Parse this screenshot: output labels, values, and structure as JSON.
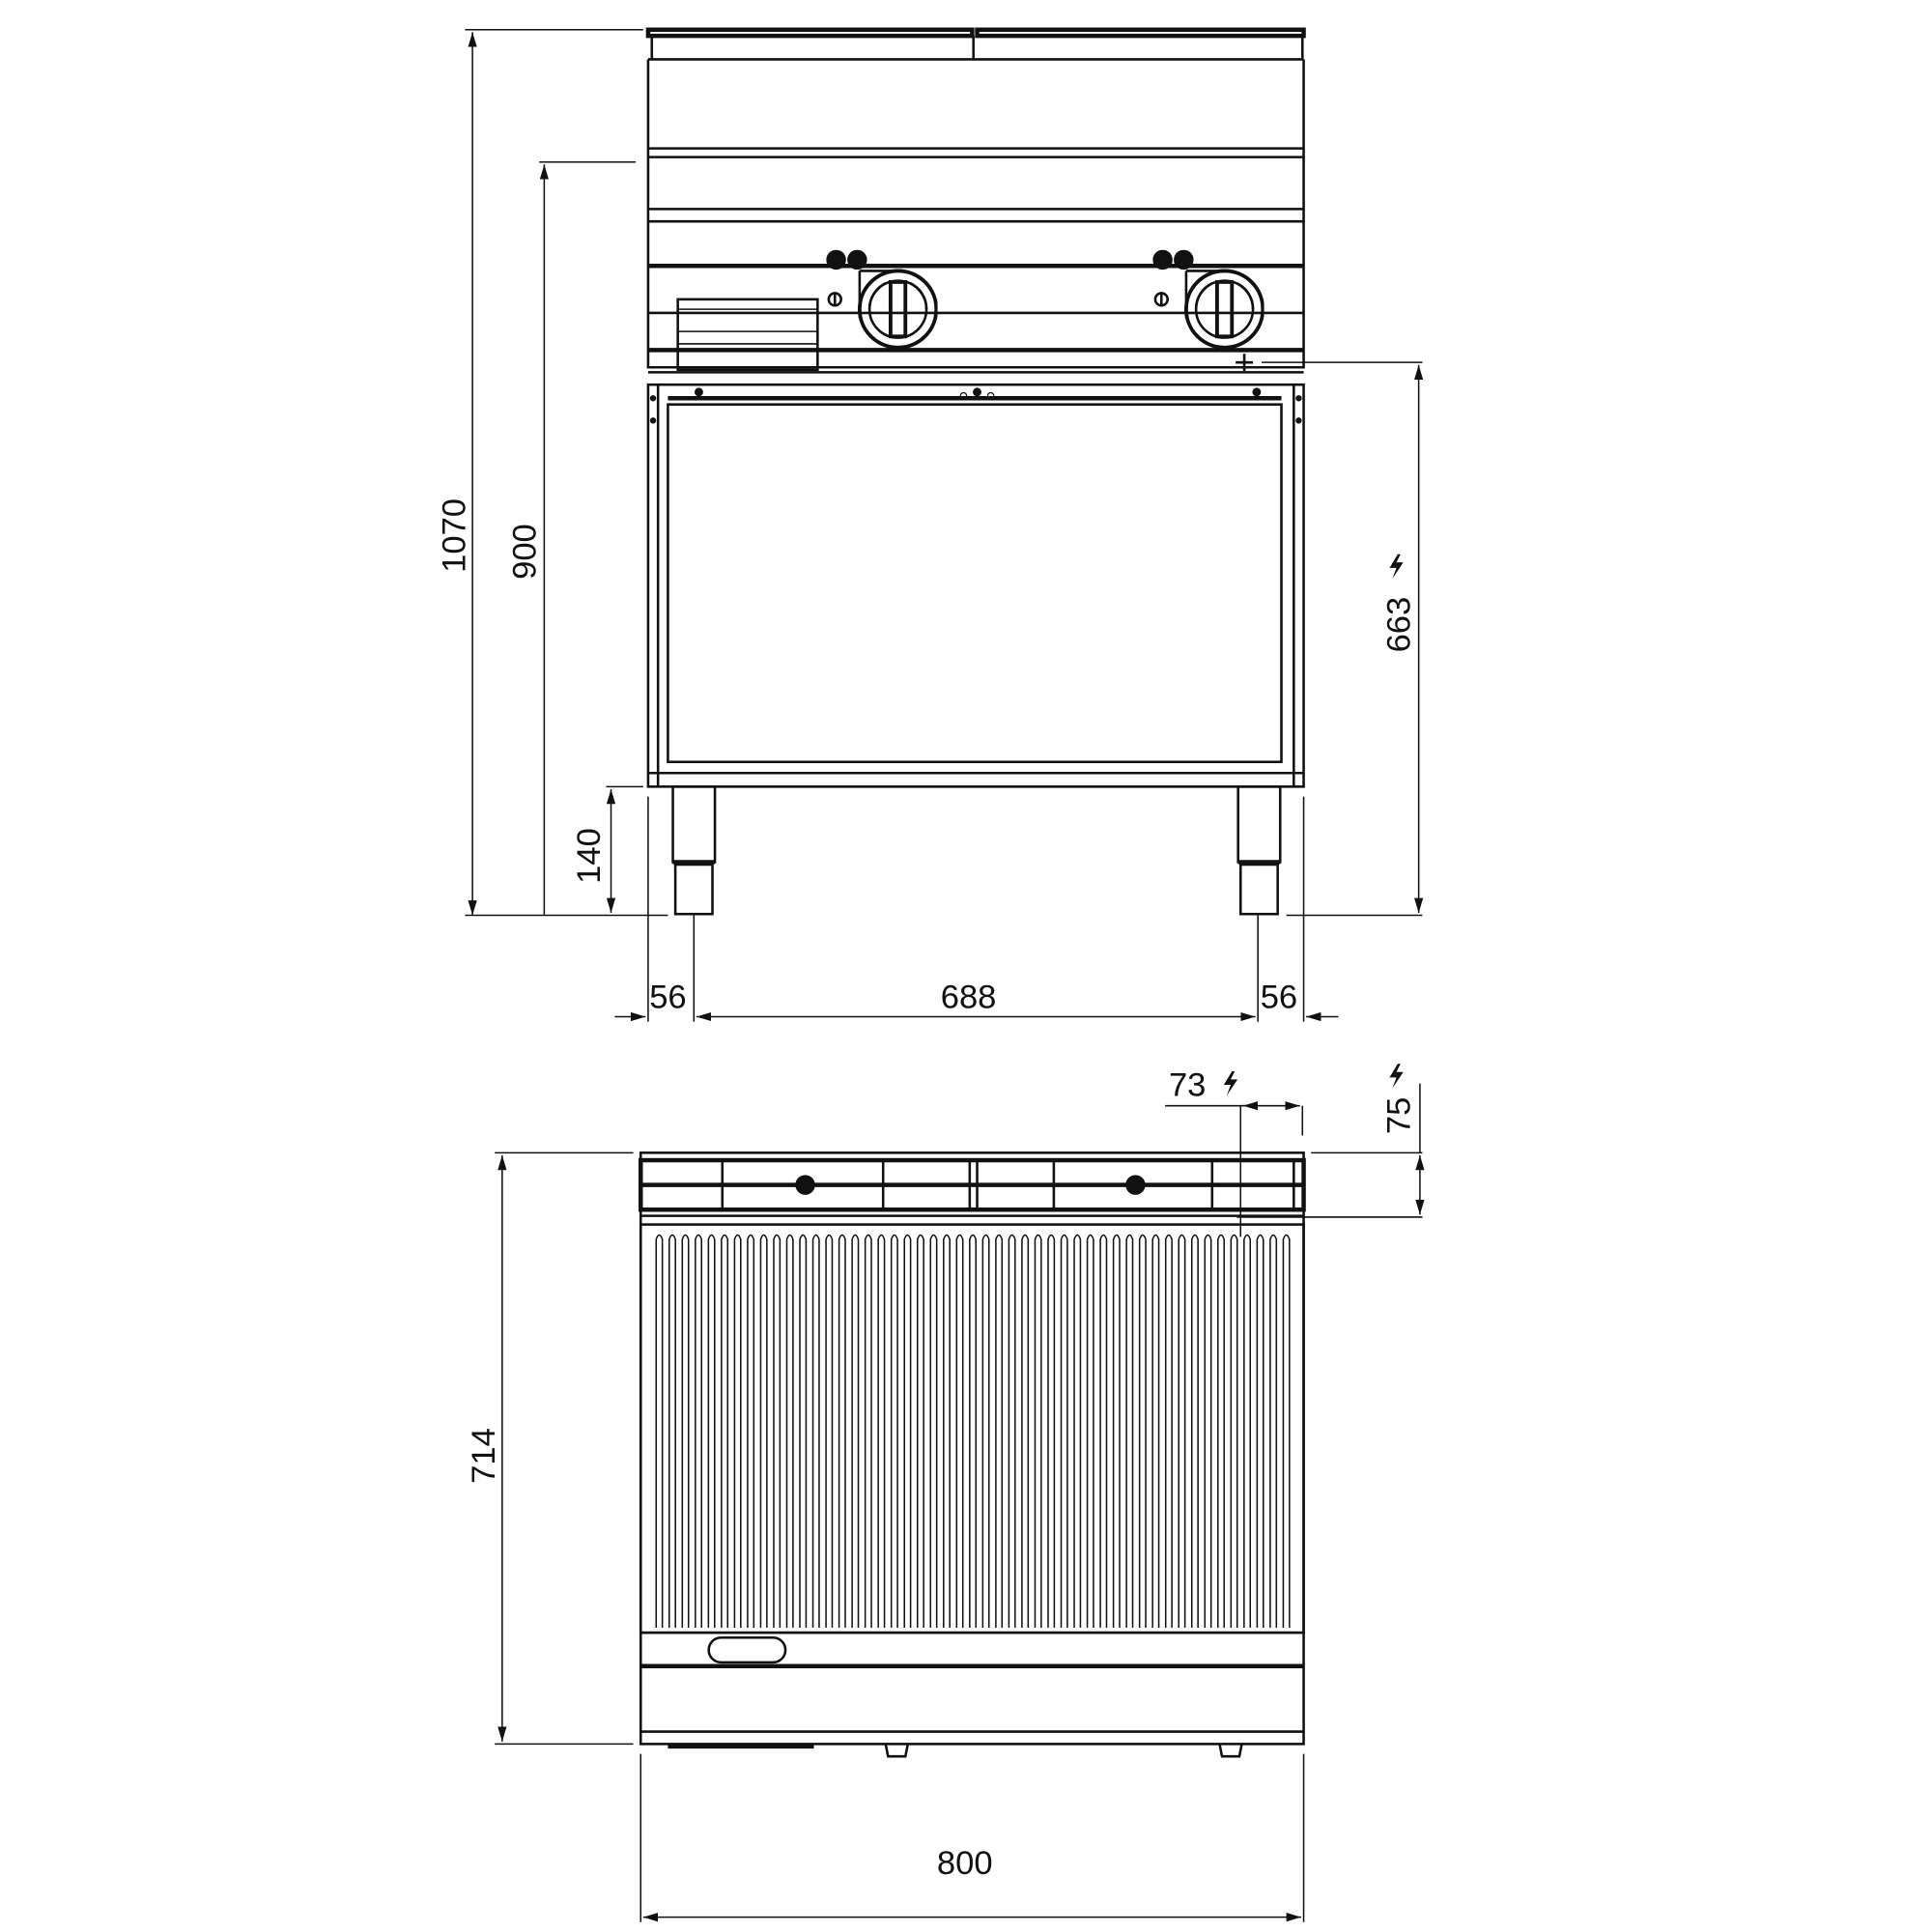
{
  "drawing": {
    "type": "technical dimension drawing",
    "subject": "electric ribbed grill (fry top) on open cabinet base, 800 mm wide",
    "front_view": {
      "dimensions": {
        "overall_height": "1070",
        "worktop_height": "900",
        "leg_height": "140",
        "electrical_connection_height": "663",
        "left_leg_offset": "56",
        "leg_spacing": "688",
        "right_leg_offset": "56"
      },
      "knobs": 2,
      "indicator_lights_per_knob": 2
    },
    "top_view": {
      "dimensions": {
        "depth": "714",
        "width": "800",
        "electrical_offset_x": "73",
        "electrical_offset_y": "75"
      },
      "ribs": 49
    },
    "icons": {
      "electrical": "lightning-bolt-icon"
    },
    "colors": {
      "line": "#111111",
      "background": "#ffffff"
    }
  }
}
